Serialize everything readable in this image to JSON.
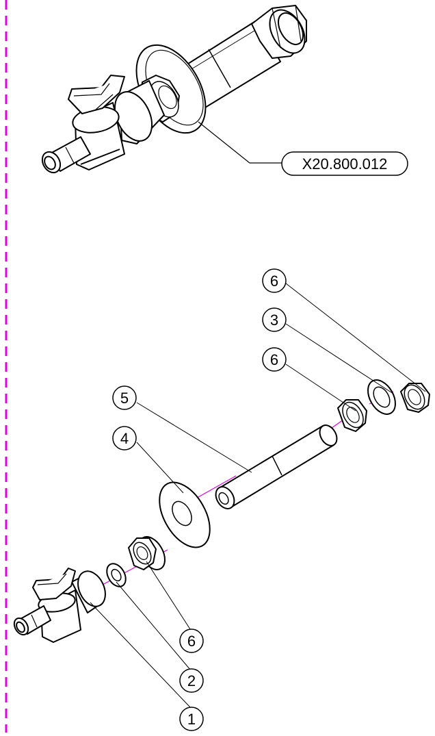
{
  "assembly": {
    "part_number": "X20.800.012"
  },
  "balloons": [
    {
      "id": "balloon-6-top",
      "label": "6"
    },
    {
      "id": "balloon-3",
      "label": "3"
    },
    {
      "id": "balloon-6-upper",
      "label": "6"
    },
    {
      "id": "balloon-5",
      "label": "5"
    },
    {
      "id": "balloon-4",
      "label": "4"
    },
    {
      "id": "balloon-6-lower",
      "label": "6"
    },
    {
      "id": "balloon-2",
      "label": "2"
    },
    {
      "id": "balloon-1",
      "label": "1"
    }
  ],
  "colors": {
    "line": "#000000",
    "axis": "#e000e0",
    "border": "#e000e0",
    "fill": "#ffffff"
  }
}
